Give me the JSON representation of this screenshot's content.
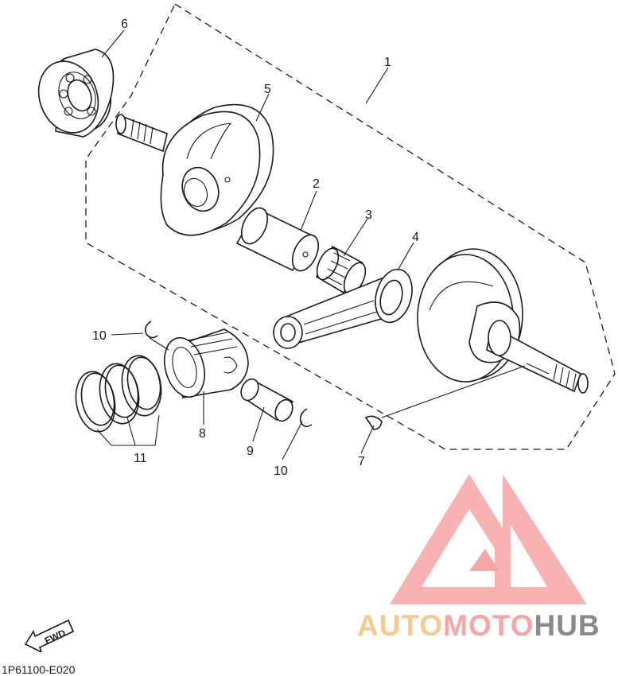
{
  "diagram_code": "1P61100-E020",
  "fwd_label": "FWD",
  "watermark": {
    "part1": "AUTO",
    "part2": "MOTO",
    "part3": "HUB",
    "color1": "#f6c98e",
    "color2": "#f7a5a5",
    "color3": "#8a8a8a"
  },
  "callouts": {
    "c1": "1",
    "c2": "2",
    "c3": "3",
    "c4": "4",
    "c5": "5",
    "c6": "6",
    "c7": "7",
    "c8": "8",
    "c9": "9",
    "c10a": "10",
    "c10b": "10",
    "c11": "11"
  }
}
